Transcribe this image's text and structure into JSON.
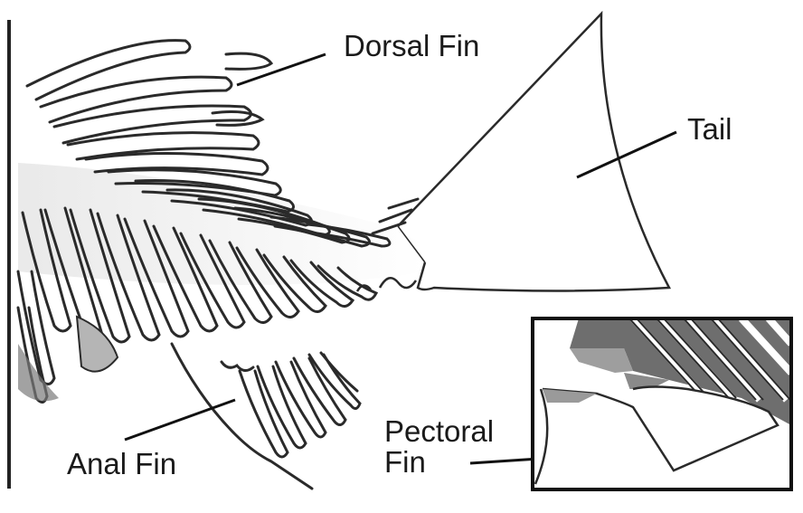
{
  "labels": {
    "dorsal_fin": "Dorsal Fin",
    "tail": "Tail",
    "anal_fin": "Anal Fin",
    "pectoral_fin_line1": "Pectoral",
    "pectoral_fin_line2": "Fin"
  },
  "colors": {
    "outline": "#2a2a2a",
    "shade": "#9a9a9a",
    "dark_shade": "#5a5a5a",
    "background": "#ffffff"
  }
}
